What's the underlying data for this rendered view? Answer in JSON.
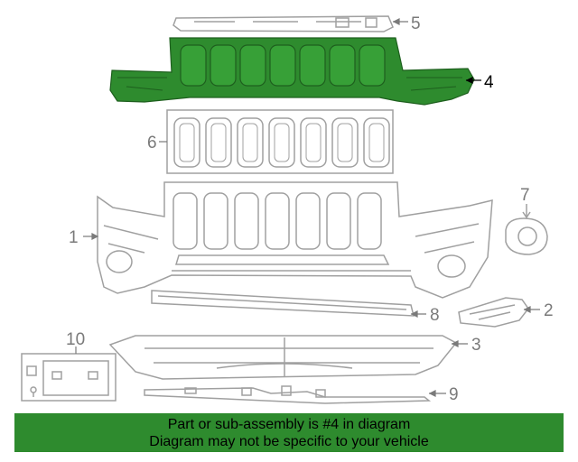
{
  "diagram": {
    "highlight_color": "#2e8b2e",
    "highlighted_part": "4",
    "callouts": [
      "1",
      "2",
      "3",
      "4",
      "5",
      "6",
      "7",
      "8",
      "9",
      "10"
    ]
  },
  "banner": {
    "line1": "Part or sub-assembly is #4 in diagram",
    "line2": "Diagram may not be specific to your vehicle"
  }
}
